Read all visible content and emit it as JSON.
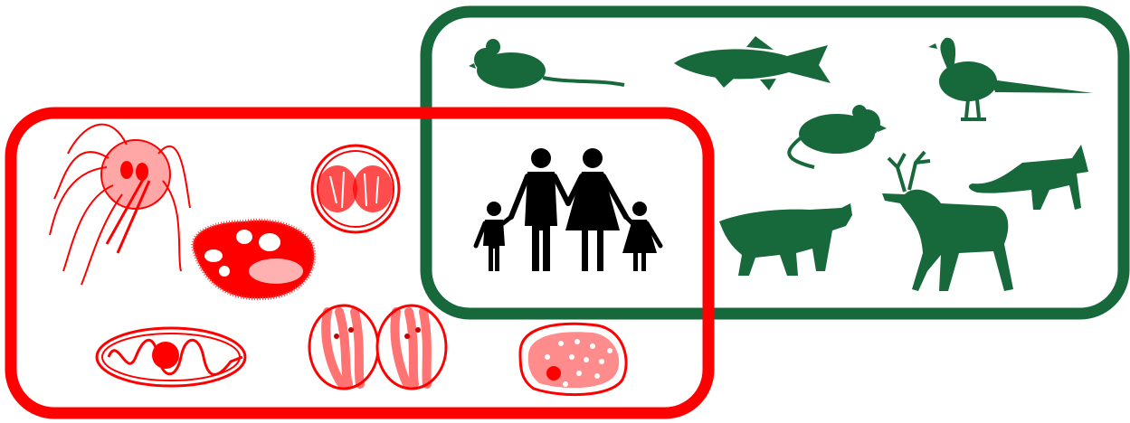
{
  "diagram": {
    "colors": {
      "parasite_group": "#ff0000",
      "animal_group": "#17683b",
      "humans": "#000000",
      "background": "#ffffff"
    },
    "groups": [
      {
        "id": "protozoan-parasites",
        "color_key": "parasite_group",
        "members": [
          "giardia-icon",
          "amoeba-icon",
          "cyst-icon",
          "spore-cell-icon",
          "paired-cyst-icon",
          "oocyst-icon"
        ]
      },
      {
        "id": "animal-hosts",
        "color_key": "animal_group",
        "members": [
          "mouse-icon",
          "fish-icon",
          "pheasant-icon",
          "rat-icon",
          "deer-icon",
          "fox-icon",
          "cat-icon"
        ]
      }
    ],
    "overlap": {
      "member": "human-family-icon"
    }
  }
}
